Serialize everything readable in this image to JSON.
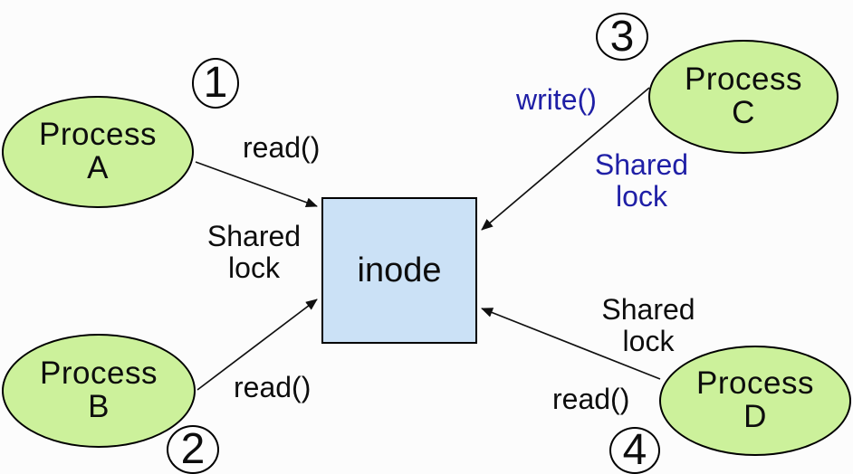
{
  "colors": {
    "process_fill": "#ccf19b",
    "inode_fill": "#cbe1f6",
    "outline": "#000000",
    "blue_label": "#1f1fa6",
    "black_label": "#0d0d0d",
    "background": "#fcfcfc"
  },
  "inode": {
    "label": "inode"
  },
  "processes": [
    {
      "line1": "Process",
      "line2": "A"
    },
    {
      "line1": "Process",
      "line2": "B"
    },
    {
      "line1": "Process",
      "line2": "C"
    },
    {
      "line1": "Process",
      "line2": "D"
    }
  ],
  "step_badges": [
    {
      "label": "1"
    },
    {
      "label": "2"
    },
    {
      "label": "3"
    },
    {
      "label": "4"
    }
  ],
  "edge_labels": {
    "read_a": "read()",
    "read_b": "read()",
    "read_d": "read()",
    "write_c": "write()",
    "shared_left": {
      "line1": "Shared",
      "line2": "lock"
    },
    "shared_c": {
      "line1": "Shared",
      "line2": "lock"
    },
    "shared_d": {
      "line1": "Shared",
      "line2": "lock"
    }
  }
}
